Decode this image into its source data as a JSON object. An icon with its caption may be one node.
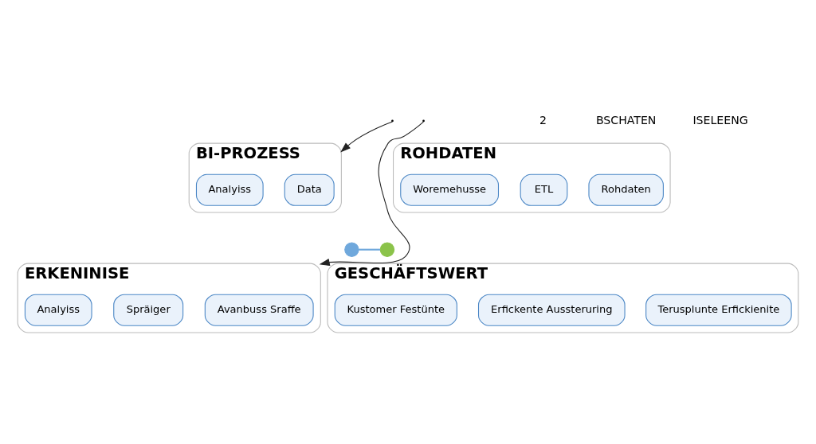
{
  "diagram": {
    "nodes": [
      {
        "text": [
          "ROHDATEN"
        ]
      },
      {
        "text": [
          "Rohdaten"
        ],
        "in": 0
      },
      {
        "text": [
          "ETL"
        ],
        "in": 0
      },
      {
        "text": [
          "Woremehusse"
        ],
        "in": 0
      },
      {
        "text": [
          "BI-PROZESS"
        ]
      },
      {
        "text": [
          "Data"
        ],
        "in": 4
      },
      {
        "text": [
          "Analyiss"
        ],
        "in": 4
      },
      {
        "text": [
          "ERKENINISE"
        ]
      },
      {
        "text": [
          "Avanbuss Sraffe"
        ],
        "in": 7
      },
      {
        "text": [
          "Spräiger"
        ],
        "in": 7
      },
      {
        "text": [
          "Analyiss"
        ],
        "in": 7
      },
      {
        "text": [
          "GESCHÄFTSWERT"
        ]
      },
      {
        "text": [
          "Terusplunte Erfickienite"
        ],
        "in": 11
      },
      {
        "text": [
          "Erfickente Aussteruring"
        ],
        "in": 11
      },
      {
        "text": [
          "Kustomer Festünte"
        ],
        "in": 11
      },
      {
        "text": [],
        "shape": "circle"
      },
      {
        "text": [],
        "shape": "circle"
      }
    ],
    "edges": [
      {
        "from": null,
        "to": 4,
        "arrow": "to"
      },
      {
        "from": 15,
        "to": 16,
        "arrow": "none",
        "color": "#6fa8dc"
      },
      {
        "from": null,
        "to": 7,
        "arrow": "to"
      }
    ],
    "labels": [
      "2",
      "BSCHATEN",
      "ISELEENG"
    ]
  }
}
